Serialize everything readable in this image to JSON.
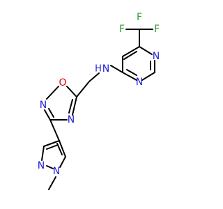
{
  "molecule": {
    "atoms": {
      "F1": "F",
      "F2": "F",
      "F3": "F",
      "N_pyr_upper": "N",
      "N_pyr_lower": "N",
      "NH_N": "N",
      "NH_H": "H",
      "O_ox": "O",
      "N_ox_left": "N",
      "N_ox_right": "N",
      "N_pz_1": "N",
      "N_pz_2": "N"
    },
    "colors": {
      "bond": "#000000",
      "nitrogen": "#1f1fd8",
      "oxygen": "#e00000",
      "fluorine": "#2ca02c",
      "background": "#ffffff"
    }
  }
}
